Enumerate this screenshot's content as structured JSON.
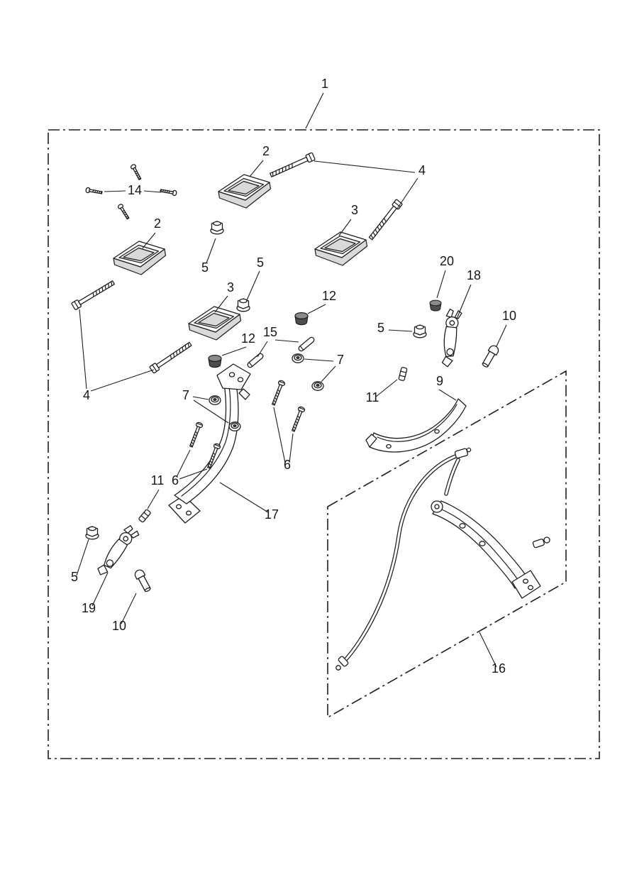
{
  "figure": {
    "kind": "exploded-parts-diagram",
    "background_color": "#ffffff",
    "line_color": "#1d1d1d",
    "boundary_style": "dash-dot",
    "regions": [
      {
        "id": "kit-boundary",
        "label": "1"
      },
      {
        "id": "subassembly-boundary",
        "label": "16"
      }
    ]
  },
  "callouts": [
    {
      "id": "kit-boundary",
      "label": "1"
    },
    {
      "id": "pad-front-right",
      "label": "2"
    },
    {
      "id": "mounting-bolts-right",
      "label": "4"
    },
    {
      "id": "pad-screws",
      "label": "14"
    },
    {
      "id": "pad-front-left",
      "label": "2"
    },
    {
      "id": "pad-rear-right",
      "label": "3"
    },
    {
      "id": "flange-nut-a",
      "label": "5"
    },
    {
      "id": "flange-nut-b",
      "label": "5"
    },
    {
      "id": "pad-rear-left",
      "label": "3"
    },
    {
      "id": "bumper-a",
      "label": "12"
    },
    {
      "id": "cap",
      "label": "20"
    },
    {
      "id": "lever-right",
      "label": "18"
    },
    {
      "id": "pivot-bolt-right",
      "label": "10"
    },
    {
      "id": "flange-nut-c",
      "label": "5"
    },
    {
      "id": "bumper-b",
      "label": "12"
    },
    {
      "id": "pins",
      "label": "15"
    },
    {
      "id": "nuts-right",
      "label": "7"
    },
    {
      "id": "clip-right",
      "label": "11"
    },
    {
      "id": "heel-guard",
      "label": "9"
    },
    {
      "id": "nuts-left",
      "label": "7"
    },
    {
      "id": "mounting-bolts-left",
      "label": "4"
    },
    {
      "id": "screws-left",
      "label": "6"
    },
    {
      "id": "screws-right",
      "label": "6"
    },
    {
      "id": "clip-left",
      "label": "11"
    },
    {
      "id": "hanger-bracket",
      "label": "17"
    },
    {
      "id": "flange-nut-d",
      "label": "5"
    },
    {
      "id": "lever-left",
      "label": "19"
    },
    {
      "id": "pivot-bolt-left",
      "label": "10"
    },
    {
      "id": "subassembly",
      "label": "16"
    }
  ]
}
